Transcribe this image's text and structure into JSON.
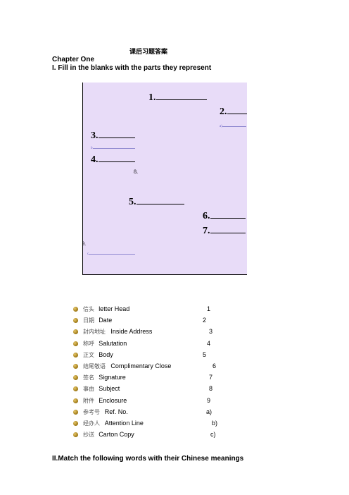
{
  "title": "课后习题答案",
  "chapter": "Chapter One",
  "section1": "I. Fill in the blanks with the parts they represent",
  "diagram": {
    "b1": "1.",
    "b2": "2.",
    "b3": "3.",
    "b4": "4.",
    "b5": "5.",
    "b6": "6.",
    "b7": "7.",
    "l8": "8.",
    "l9": "9.",
    "la": "a)",
    "lb": "b",
    "lc": "c"
  },
  "items": [
    {
      "cn": "信头",
      "en": "letter Head",
      "mark": "1"
    },
    {
      "cn": "日期",
      "en": "Date",
      "mark": "2"
    },
    {
      "cn": "封内地址",
      "en": "Inside Address",
      "mark": "3"
    },
    {
      "cn": "称呼",
      "en": "Salutation",
      "mark": "4"
    },
    {
      "cn": "正文",
      "en": "Body",
      "mark": "5"
    },
    {
      "cn": "结尾敬语",
      "en": "Complimentary Close",
      "mark": "6"
    },
    {
      "cn": "签名",
      "en": "Signature",
      "mark": "7"
    },
    {
      "cn": "事由",
      "en": "Subject",
      "mark": "8"
    },
    {
      "cn": "附件",
      "en": "Enclosure",
      "mark": "9"
    },
    {
      "cn": "参考号",
      "en": "Ref. No.",
      "mark": "a)"
    },
    {
      "cn": "经办人",
      "en": "Attention Line",
      "mark": "b)"
    },
    {
      "cn": "抄送",
      "en": "Carton Copy",
      "mark": "c)"
    }
  ],
  "section2": "II.Match the following words with their Chinese meanings"
}
